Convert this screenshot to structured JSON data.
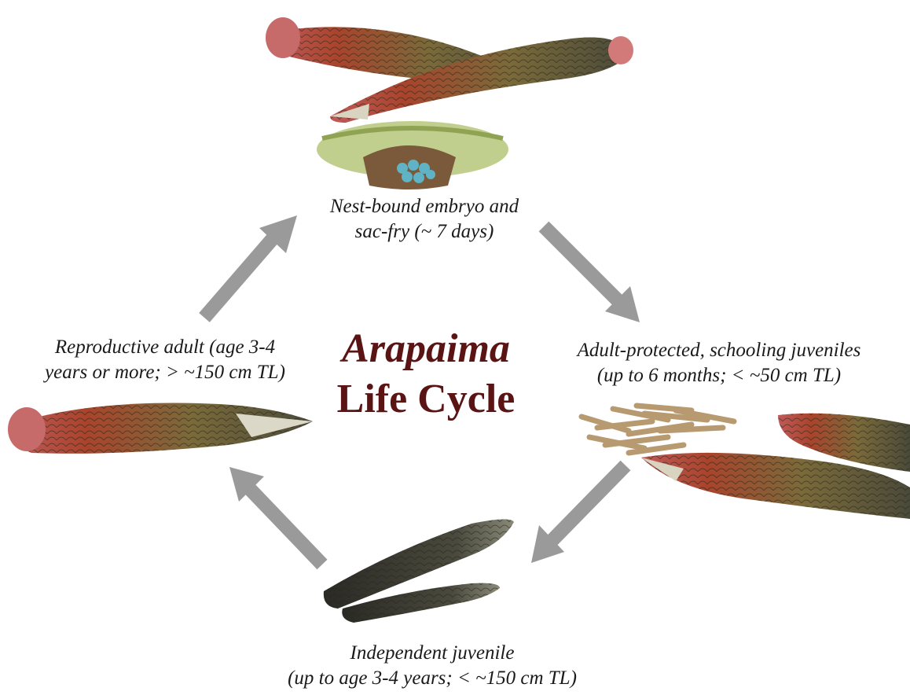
{
  "title": {
    "line1": "Arapaima",
    "line2": "Life Cycle"
  },
  "stages": {
    "nest": {
      "line1": "Nest-bound embryo and",
      "line2": "sac-fry (~ 7 days)"
    },
    "schooling": {
      "line1": "Adult-protected, schooling juveniles",
      "line2": "(up to 6 months; < ~50 cm TL)"
    },
    "independent": {
      "line1": "Independent juvenile",
      "line2": "(up to age 3-4 years; < ~150 cm TL)"
    },
    "adult": {
      "line1": "Reproductive adult (age 3-4",
      "line2": "years or more; > ~150 cm TL)"
    }
  },
  "colors": {
    "title": "#5a1414",
    "arrow": "#9a9a9a",
    "fish_body": "#6b5a3a",
    "fish_red": "#b0442e",
    "nest_grass": "#b6c77a",
    "eggs": "#5fb3c4"
  }
}
